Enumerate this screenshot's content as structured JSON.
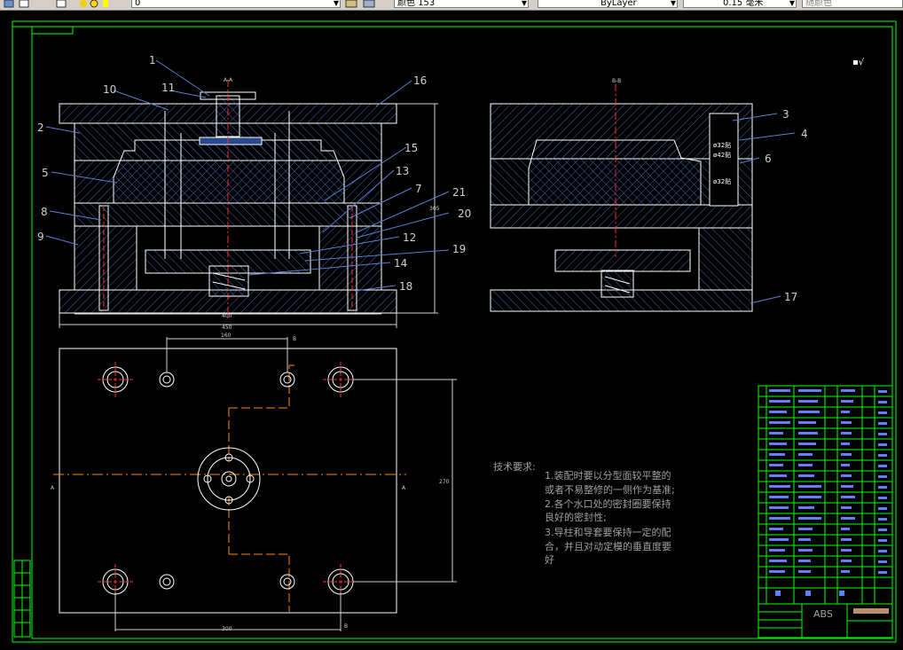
{
  "toolbar": {
    "layer_value": "0",
    "color_value": "颜色 153",
    "linetype_value": "ByLayer",
    "lineweight_value": "0.15 毫米",
    "plotstyle_value": "随颜色"
  },
  "drawing": {
    "section_aa_label": "A-A",
    "section_bb_label": "B-B",
    "part_numbers": [
      "1",
      "2",
      "3",
      "4",
      "5",
      "6",
      "7",
      "8",
      "9",
      "10",
      "11",
      "12",
      "13",
      "14",
      "15",
      "16",
      "17",
      "18",
      "19",
      "20",
      "21"
    ],
    "dimensions": {
      "height_right": "305",
      "width_400": "400",
      "width_450": "450",
      "width_160": "160",
      "width_300": "300",
      "height_270": "270",
      "dia_1": "ø32贴",
      "dia_2": "ø42贴",
      "dia_3": "ø32贴",
      "mark_b": "B",
      "mark_a": "A"
    },
    "roughness_symbol": "▪√"
  },
  "tech_requirements": {
    "title": "技术要求:",
    "lines": [
      "1.装配时要以分型面较平整的",
      "或者不易整修的一侧作为基准;",
      "2.各个水口处的密封圈要保持",
      "良好的密封性;",
      "3.导柱和导套要保持一定的配",
      "合，并且对动定模的垂直度要",
      "好"
    ]
  },
  "title_block": {
    "material": "ABS"
  },
  "colors": {
    "background": "#000000",
    "frame": "#00ff00",
    "line": "#ffffff",
    "hatch": "#4a78c4",
    "center": "#ff3030",
    "callout": "#5a7fd0",
    "dimension": "#d0d0d0",
    "parting": "#ff8a00"
  }
}
